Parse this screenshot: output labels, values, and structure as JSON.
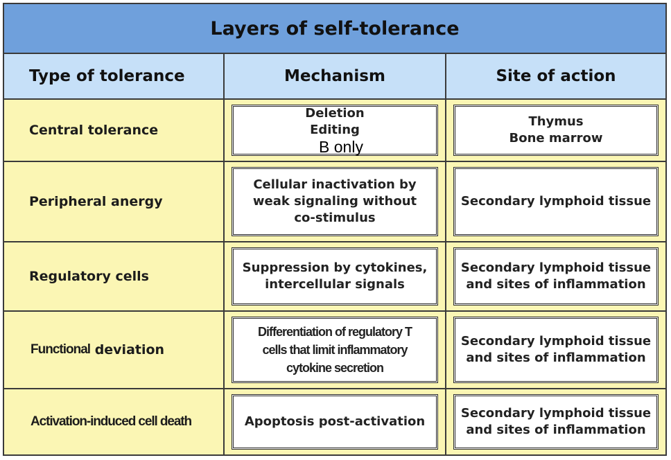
{
  "title": "Layers of self-tolerance",
  "headers": {
    "type": "Type of tolerance",
    "mechanism": "Mechanism",
    "site": "Site of action"
  },
  "rows": [
    {
      "type": "Central tolerance",
      "mechanism_lines": [
        "Deletion",
        "Editing"
      ],
      "annotation": "B only",
      "site_lines": [
        "Thymus",
        "Bone marrow"
      ]
    },
    {
      "type": "Peripheral anergy",
      "mechanism_lines": [
        "Cellular inactivation by",
        "weak signaling without",
        "co-stimulus"
      ],
      "site_lines": [
        "Secondary lymphoid tissue"
      ]
    },
    {
      "type": "Regulatory cells",
      "mechanism_lines": [
        "Suppression by cytokines,",
        "intercellular signals"
      ],
      "site_lines": [
        "Secondary lymphoid tissue",
        "and sites of inflammation"
      ]
    },
    {
      "type_parts": [
        "Functional",
        "deviation"
      ],
      "mechanism_lines": [
        "Differentiation of regulatory T",
        "cells that limit inflammatory",
        "cytokine secretion"
      ],
      "site_lines": [
        "Secondary lymphoid tissue",
        "and sites of inflammation"
      ]
    },
    {
      "type": "Activation-induced cell death",
      "mechanism_lines": [
        "Apoptosis post-activation"
      ],
      "site_lines": [
        "Secondary lymphoid tissue",
        "and sites of inflammation"
      ]
    }
  ]
}
